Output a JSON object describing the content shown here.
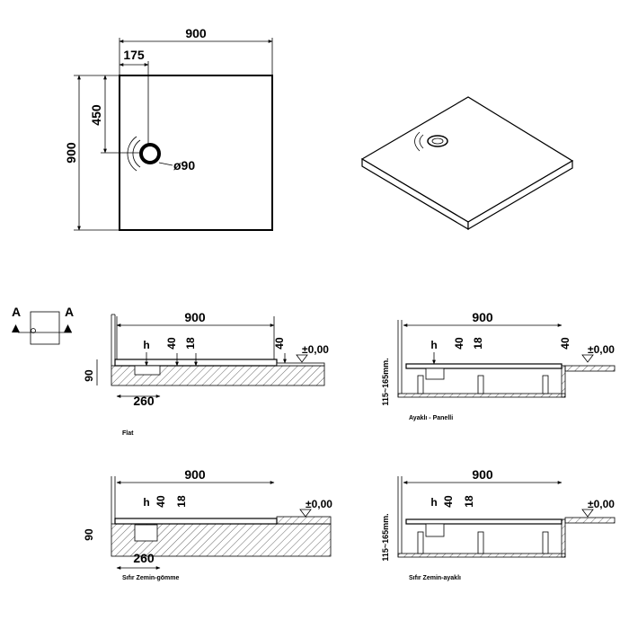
{
  "plan": {
    "width": "900",
    "depth": "900",
    "drain_offset_x": "175",
    "drain_offset_y": "450",
    "drain_diameter": "ø90"
  },
  "section": {
    "left_label": "A",
    "right_label": "A"
  },
  "section_flat": {
    "width": "900",
    "h": "h",
    "d40a": "40",
    "d18": "18",
    "d40b": "40",
    "level": "±0,00",
    "d90": "90",
    "d260": "260",
    "caption": "Flat"
  },
  "section_panel": {
    "width": "900",
    "h": "h",
    "d40a": "40",
    "d18": "18",
    "d40b": "40",
    "level": "±0,00",
    "height_range": "115~165mm.",
    "caption": "Ayaklı - Panelli"
  },
  "section_gomme": {
    "width": "900",
    "h": "h",
    "d40": "40",
    "d18": "18",
    "level": "±0,00",
    "d90": "90",
    "d260": "260",
    "caption": "Sıfır Zemin-gömme"
  },
  "section_ayakli": {
    "width": "900",
    "h": "h",
    "d40": "40",
    "d18": "18",
    "level": "±0,00",
    "height_range": "115~165mm.",
    "caption": "Sıfır Zemin-ayaklı"
  }
}
